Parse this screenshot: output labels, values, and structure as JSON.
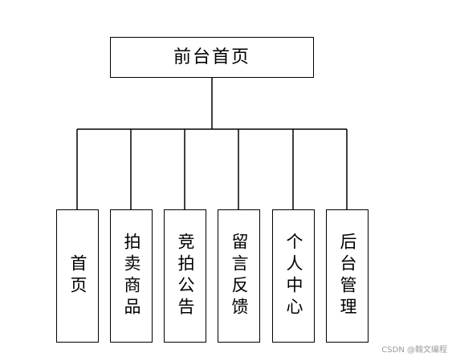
{
  "diagram": {
    "root": {
      "label": "前台首页"
    },
    "children": [
      {
        "id": "home",
        "label": "首页"
      },
      {
        "id": "auction",
        "label": "拍卖商品"
      },
      {
        "id": "bidding",
        "label": "竞拍公告"
      },
      {
        "id": "feedback",
        "label": "留言反馈"
      },
      {
        "id": "personal",
        "label": "个人中心"
      },
      {
        "id": "backend",
        "label": "后台管理"
      }
    ]
  },
  "watermark": "CSDN @翰文编程",
  "colors": {
    "line": "#000000",
    "box_border": "#000000",
    "background": "#ffffff",
    "watermark": "#9a9a9a"
  }
}
